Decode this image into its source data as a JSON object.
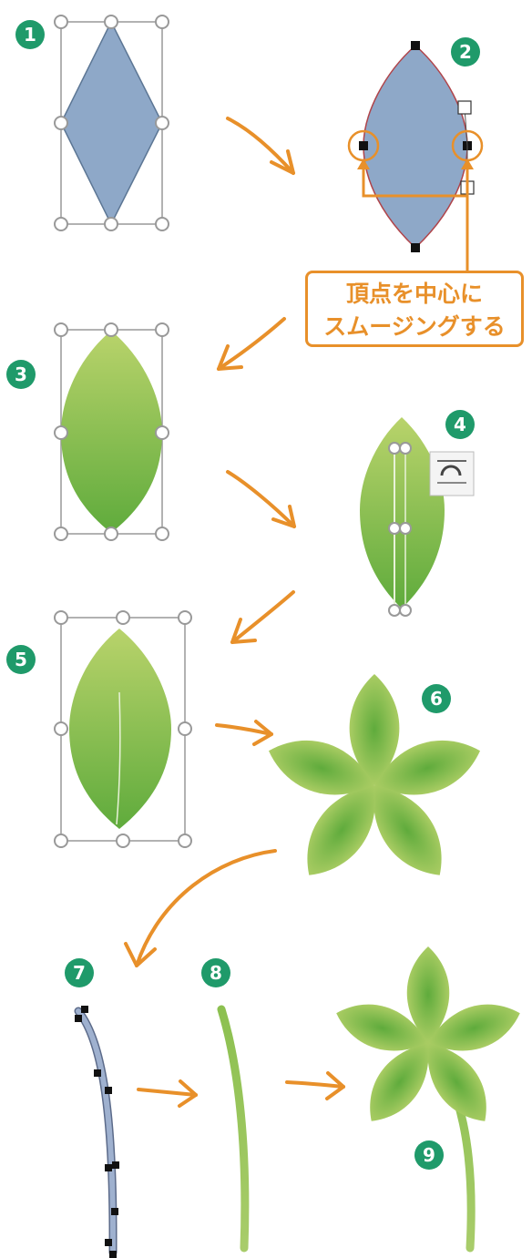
{
  "steps": [
    "1",
    "2",
    "3",
    "4",
    "5",
    "6",
    "7",
    "8",
    "9"
  ],
  "callout": {
    "line1": "頂点を中心に",
    "line2": "スムージングする"
  },
  "colors": {
    "step_badge": "#1f9a6a",
    "arrow": "#e8902a",
    "shape_blue": "#8ea8c8",
    "shape_blue_stroke": "#5c7694",
    "leaf_light": "#b9d36b",
    "leaf_dark": "#5fab3c",
    "handle": "#888888",
    "point": "#111111"
  },
  "icons": [
    "orange-arrow-icon",
    "selection-handle-icon",
    "edit-point-icon",
    "text-wrap-icon"
  ]
}
